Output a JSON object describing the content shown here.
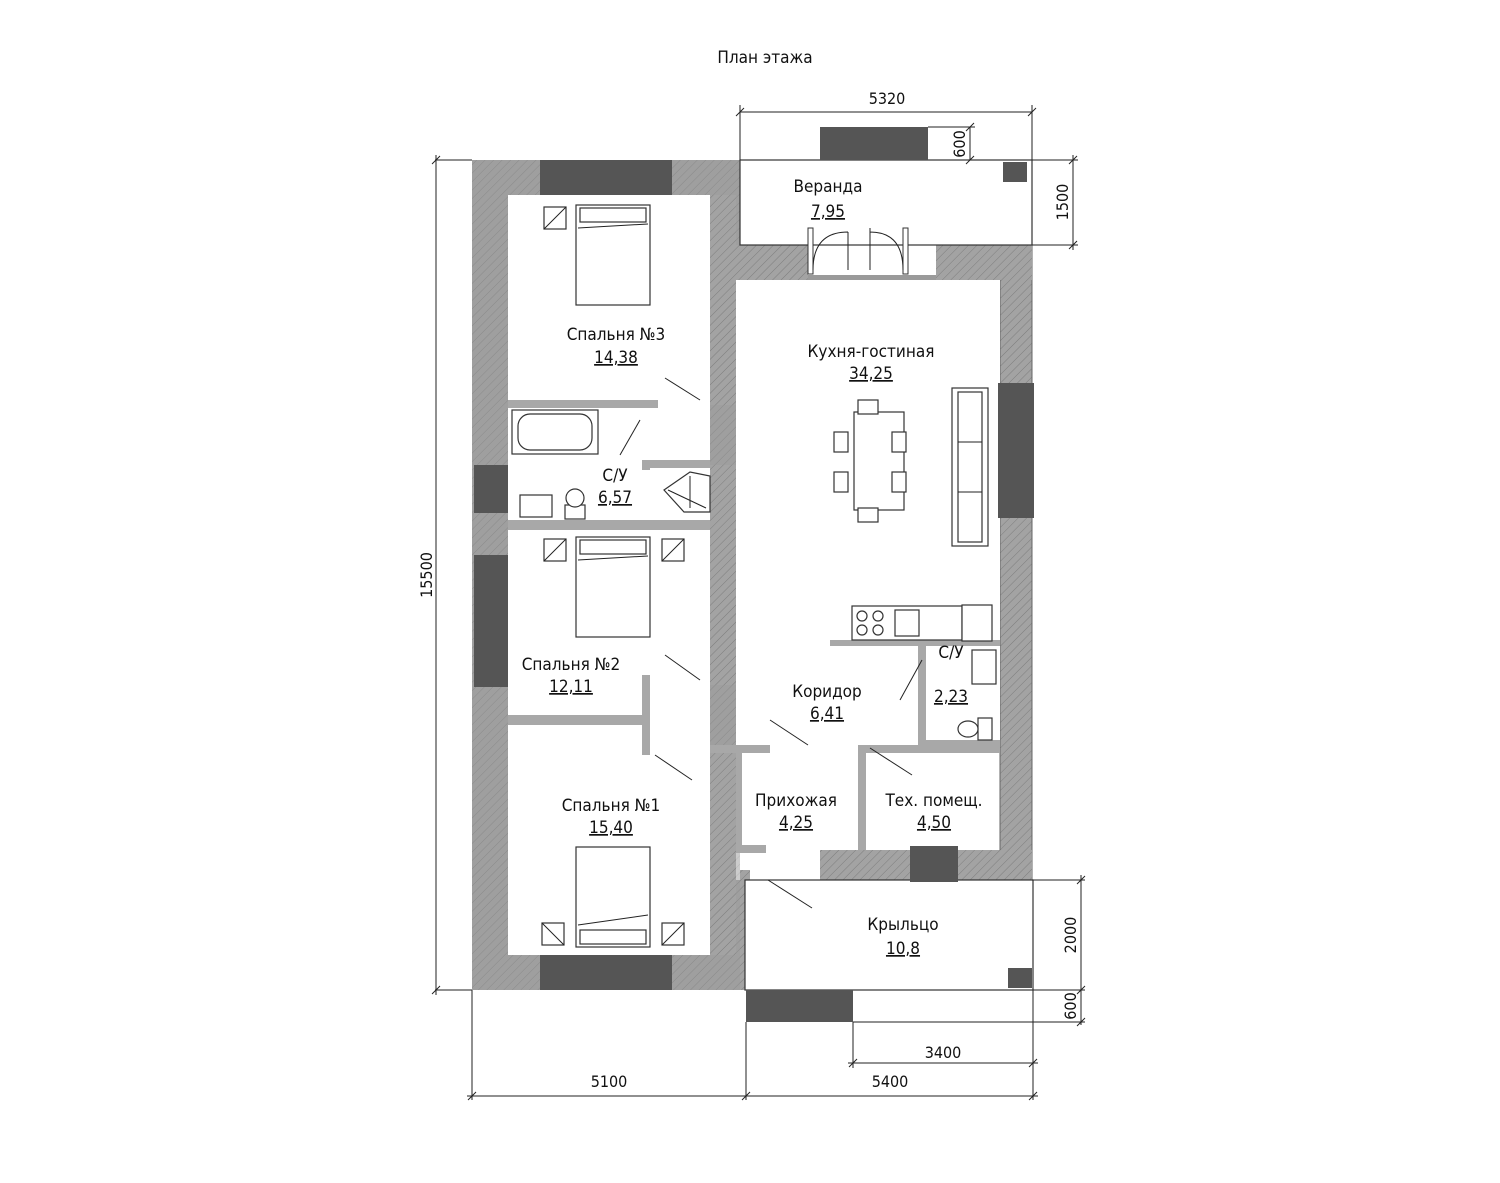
{
  "title": "План этажа",
  "rooms": {
    "veranda": {
      "name": "Веранда",
      "area": "7,95"
    },
    "bedroom3": {
      "name": "Спальня №3",
      "area": "14,38"
    },
    "kitchen": {
      "name": "Кухня-гостиная",
      "area": "34,25"
    },
    "bath1": {
      "name": "С/У",
      "area": "6,57"
    },
    "bedroom2": {
      "name": "Спальня №2",
      "area": "12,11"
    },
    "corridor": {
      "name": "Коридор",
      "area": "6,41"
    },
    "bath2": {
      "name": "С/У",
      "area": "2,23"
    },
    "bedroom1": {
      "name": "Спальня №1",
      "area": "15,40"
    },
    "hall": {
      "name": "Прихожая",
      "area": "4,25"
    },
    "tech": {
      "name": "Тех. помещ.",
      "area": "4,50"
    },
    "porch": {
      "name": "Крыльцо",
      "area": "10,8"
    }
  },
  "dimensions": {
    "top_width": "5320",
    "top_step": "600",
    "veranda_depth": "1500",
    "total_height": "15500",
    "porch_depth": "2000",
    "bottom_step": "600",
    "porch_width": "3400",
    "left_width": "5100",
    "right_width": "5400"
  },
  "colors": {
    "wall": "#9a9a9a",
    "window": "#555555",
    "line": "#222222"
  }
}
